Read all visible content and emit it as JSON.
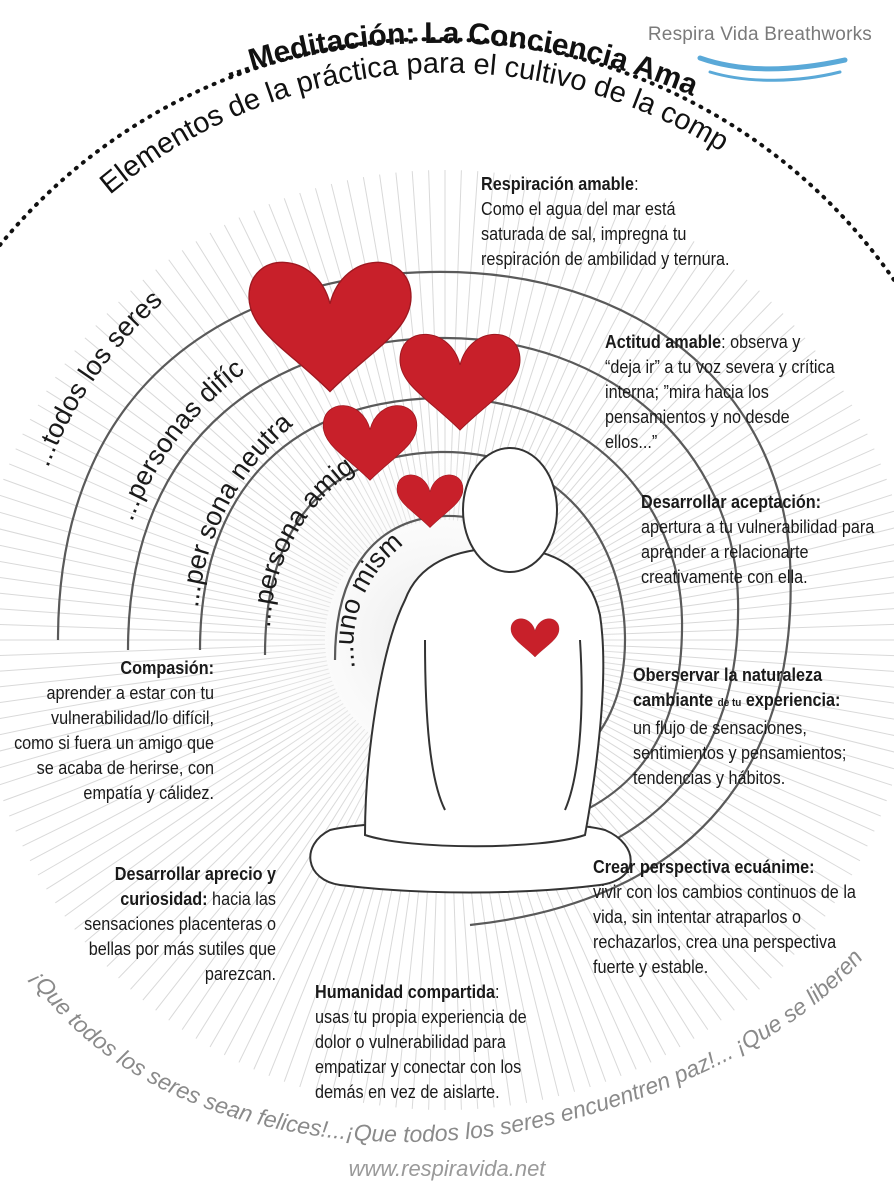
{
  "brand": "Respira Vida Breathworks",
  "title": "...Meditación: La Conciencia Amable...",
  "subtitle": "Elementos de la práctica para el cultivo de la compasión",
  "rings": [
    "...todos los seres",
    "...personas difícil",
    "...per sona neutra",
    "...persona amiga",
    "...uno mism@"
  ],
  "blocks": {
    "respiracion": {
      "title": "Respiración amable",
      "text": "Como el agua del mar está saturada de sal, impregna tu respiración de ambilidad y ternura."
    },
    "actitud": {
      "title": "Actitud amable",
      "text": "observa y “deja ir” a tu voz severa y crítica interna; ”mira hacia los pensamientos y no desde ellos...”"
    },
    "aceptacion": {
      "title": "Desarrollar aceptación:",
      "text": "apertura a tu vulnerabilidad para aprender a relacionarte creativamente con ella."
    },
    "naturaleza": {
      "title_a": "Oberservar la naturaleza cambiante",
      "title_small": "de tu",
      "title_b": "experiencia:",
      "text": "un flujo de sensaciones, sentimientos y pensamientos; tendencias y hábitos."
    },
    "perspectiva": {
      "title": "Crear perspectiva ecuánime:",
      "text": "vivir con los cambios continuos de la vida, sin intentar atraparlos o rechazarlos, crea una perspectiva fuerte y estable."
    },
    "compasion": {
      "title": "Compasión:",
      "text": "aprender a estar con tu vulnerabilidad/lo difícil, como si fuera un amigo que se acaba de herirse, con empatía y cálidez."
    },
    "aprecio": {
      "title": "Desarrollar aprecio y curiosidad:",
      "text": "hacia las sensaciones placenteras o bellas por más sutiles que parezcan."
    },
    "humanidad": {
      "title": "Humanidad compartida",
      "text": "usas tu propia experiencia de dolor o vulnerabilidad para empatizar y conectar con los demás en vez de aislarte."
    }
  },
  "blessing": "¡Que todos los seres sean felices!...¡Que todos los seres encuentren paz!... ¡Que se liberen del  sufrimiento!",
  "website": "www.respiravida.net",
  "colors": {
    "heart": "#c8202a",
    "ring": "#555555",
    "wave": "#5aa9d8",
    "rays": "#d9d9d9"
  }
}
